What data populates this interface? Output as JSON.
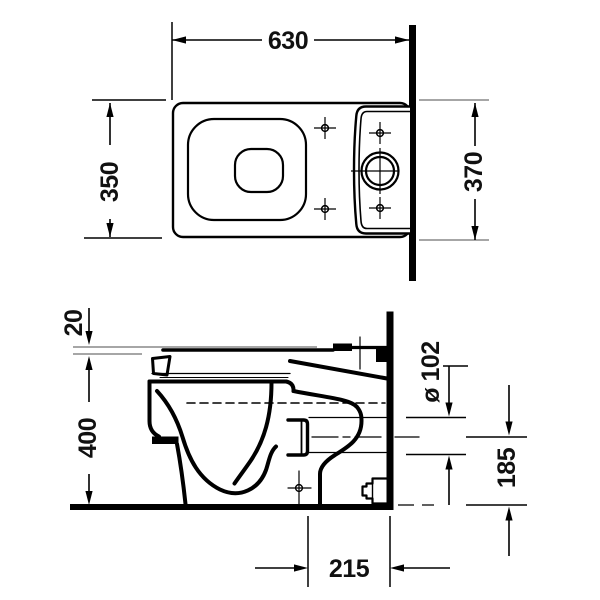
{
  "drawing": {
    "title": "toilet technical dimension drawing (plan view and side elevation)",
    "background": "#ffffff",
    "line_color": "#000000",
    "extension_line_color": "#9a9a9a",
    "plan_view": {
      "dim_overall_length": "630",
      "dim_bowl_depth": "350",
      "dim_tank_depth": "370"
    },
    "side_view": {
      "dim_seat_thickness": "20",
      "dim_rim_height": "400",
      "dim_outlet_diameter": "ø 102",
      "dim_outlet_center_height": "185",
      "dim_outlet_to_wall": "215"
    }
  }
}
